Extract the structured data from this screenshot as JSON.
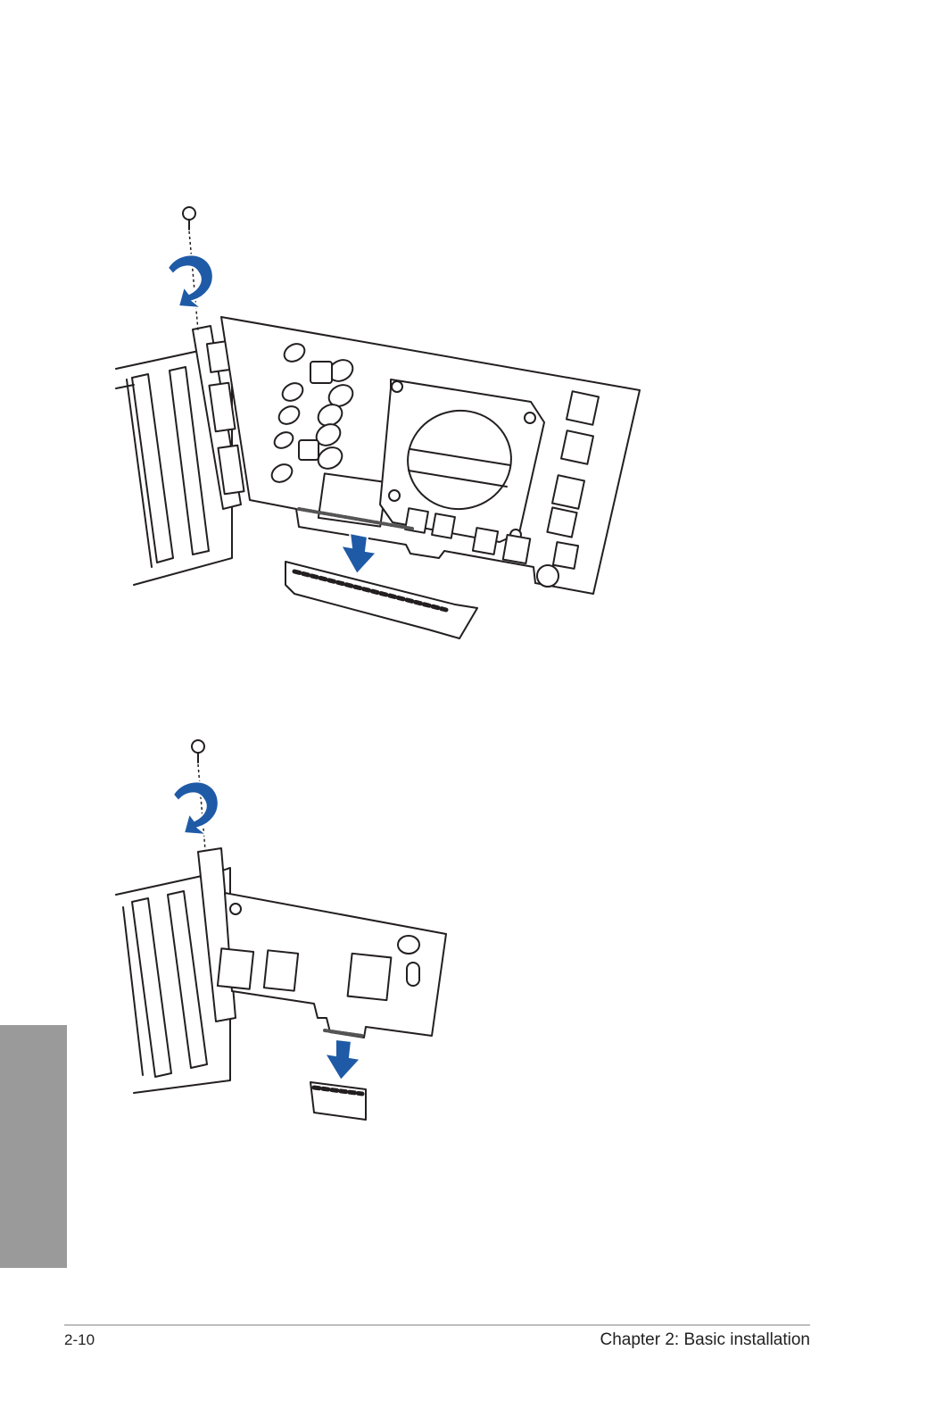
{
  "footer": {
    "page_number": "2-10",
    "chapter_title": "Chapter 2: Basic installation"
  },
  "figures": [
    {
      "subject": "PCIe x16 graphics card installation illustration",
      "icons": [
        "screw-icon",
        "rotate-arrow-icon",
        "down-arrow-icon"
      ]
    },
    {
      "subject": "PCIe x1 expansion card installation illustration",
      "icons": [
        "screw-icon",
        "rotate-arrow-icon",
        "down-arrow-icon"
      ]
    }
  ],
  "colors": {
    "arrow": "#1f5aa6",
    "side_tab": "#9a9a9a",
    "line_art": "#231f20"
  }
}
